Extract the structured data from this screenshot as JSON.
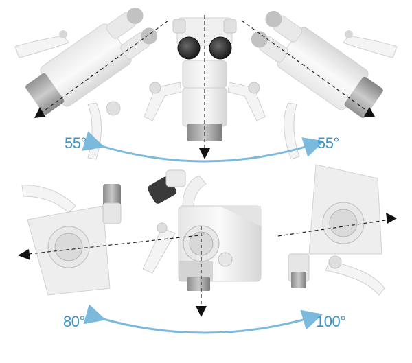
{
  "colors": {
    "angle_text": "#3c95c9",
    "arc": "#7bb9dd",
    "body_white": "#f2f2f2",
    "body_shade": "#d9d9d9",
    "metal": "#9a9a9a",
    "lens_dark": "#2b2b2b",
    "dash": "#222222"
  },
  "top_view": {
    "left_angle": "55°",
    "right_angle": "55°"
  },
  "bottom_view": {
    "left_angle": "80°",
    "right_angle": "100°"
  }
}
